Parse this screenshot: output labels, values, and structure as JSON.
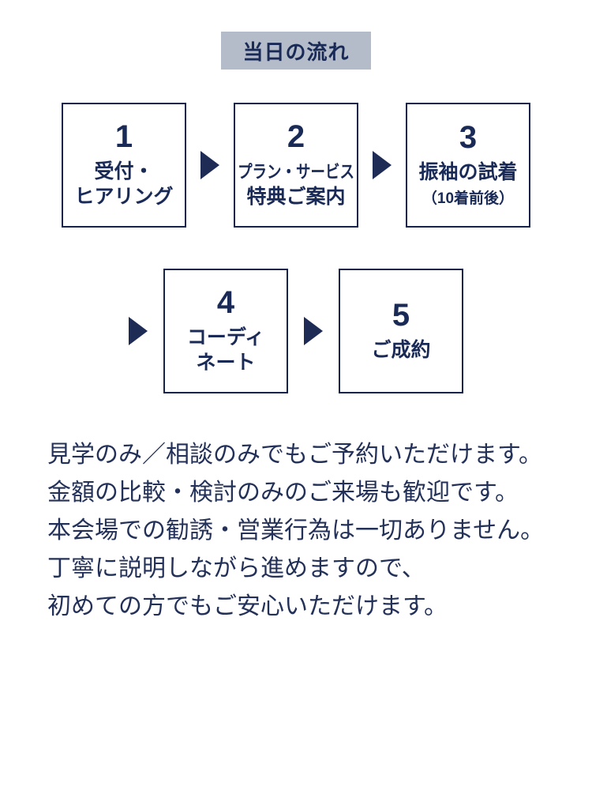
{
  "badge": {
    "label": "当日の流れ"
  },
  "steps": [
    {
      "number": "1",
      "label": "受付・\nヒアリング"
    },
    {
      "number": "2",
      "label_top": "プラン・サービス",
      "label_bottom": "特典ご案内"
    },
    {
      "number": "3",
      "label": "振袖の試着",
      "note": "（10着前後）"
    },
    {
      "number": "4",
      "label": "コーディ\nネート"
    },
    {
      "number": "5",
      "label": "ご成約"
    }
  ],
  "description": {
    "text": "見学のみ／相談のみでもご予約いただけます。\n金額の比較・検討のみのご来場も歓迎です。\n本会場での勧誘・営業行為は一切ありません。\n丁寧に説明しながら進めますので、\n初めての方でもご安心いただけます。"
  },
  "colors": {
    "navy": "#1a2a57",
    "box_border": "#16234d",
    "badge_bg": "#b4bcca",
    "description_text": "#233159",
    "background": "#ffffff"
  }
}
